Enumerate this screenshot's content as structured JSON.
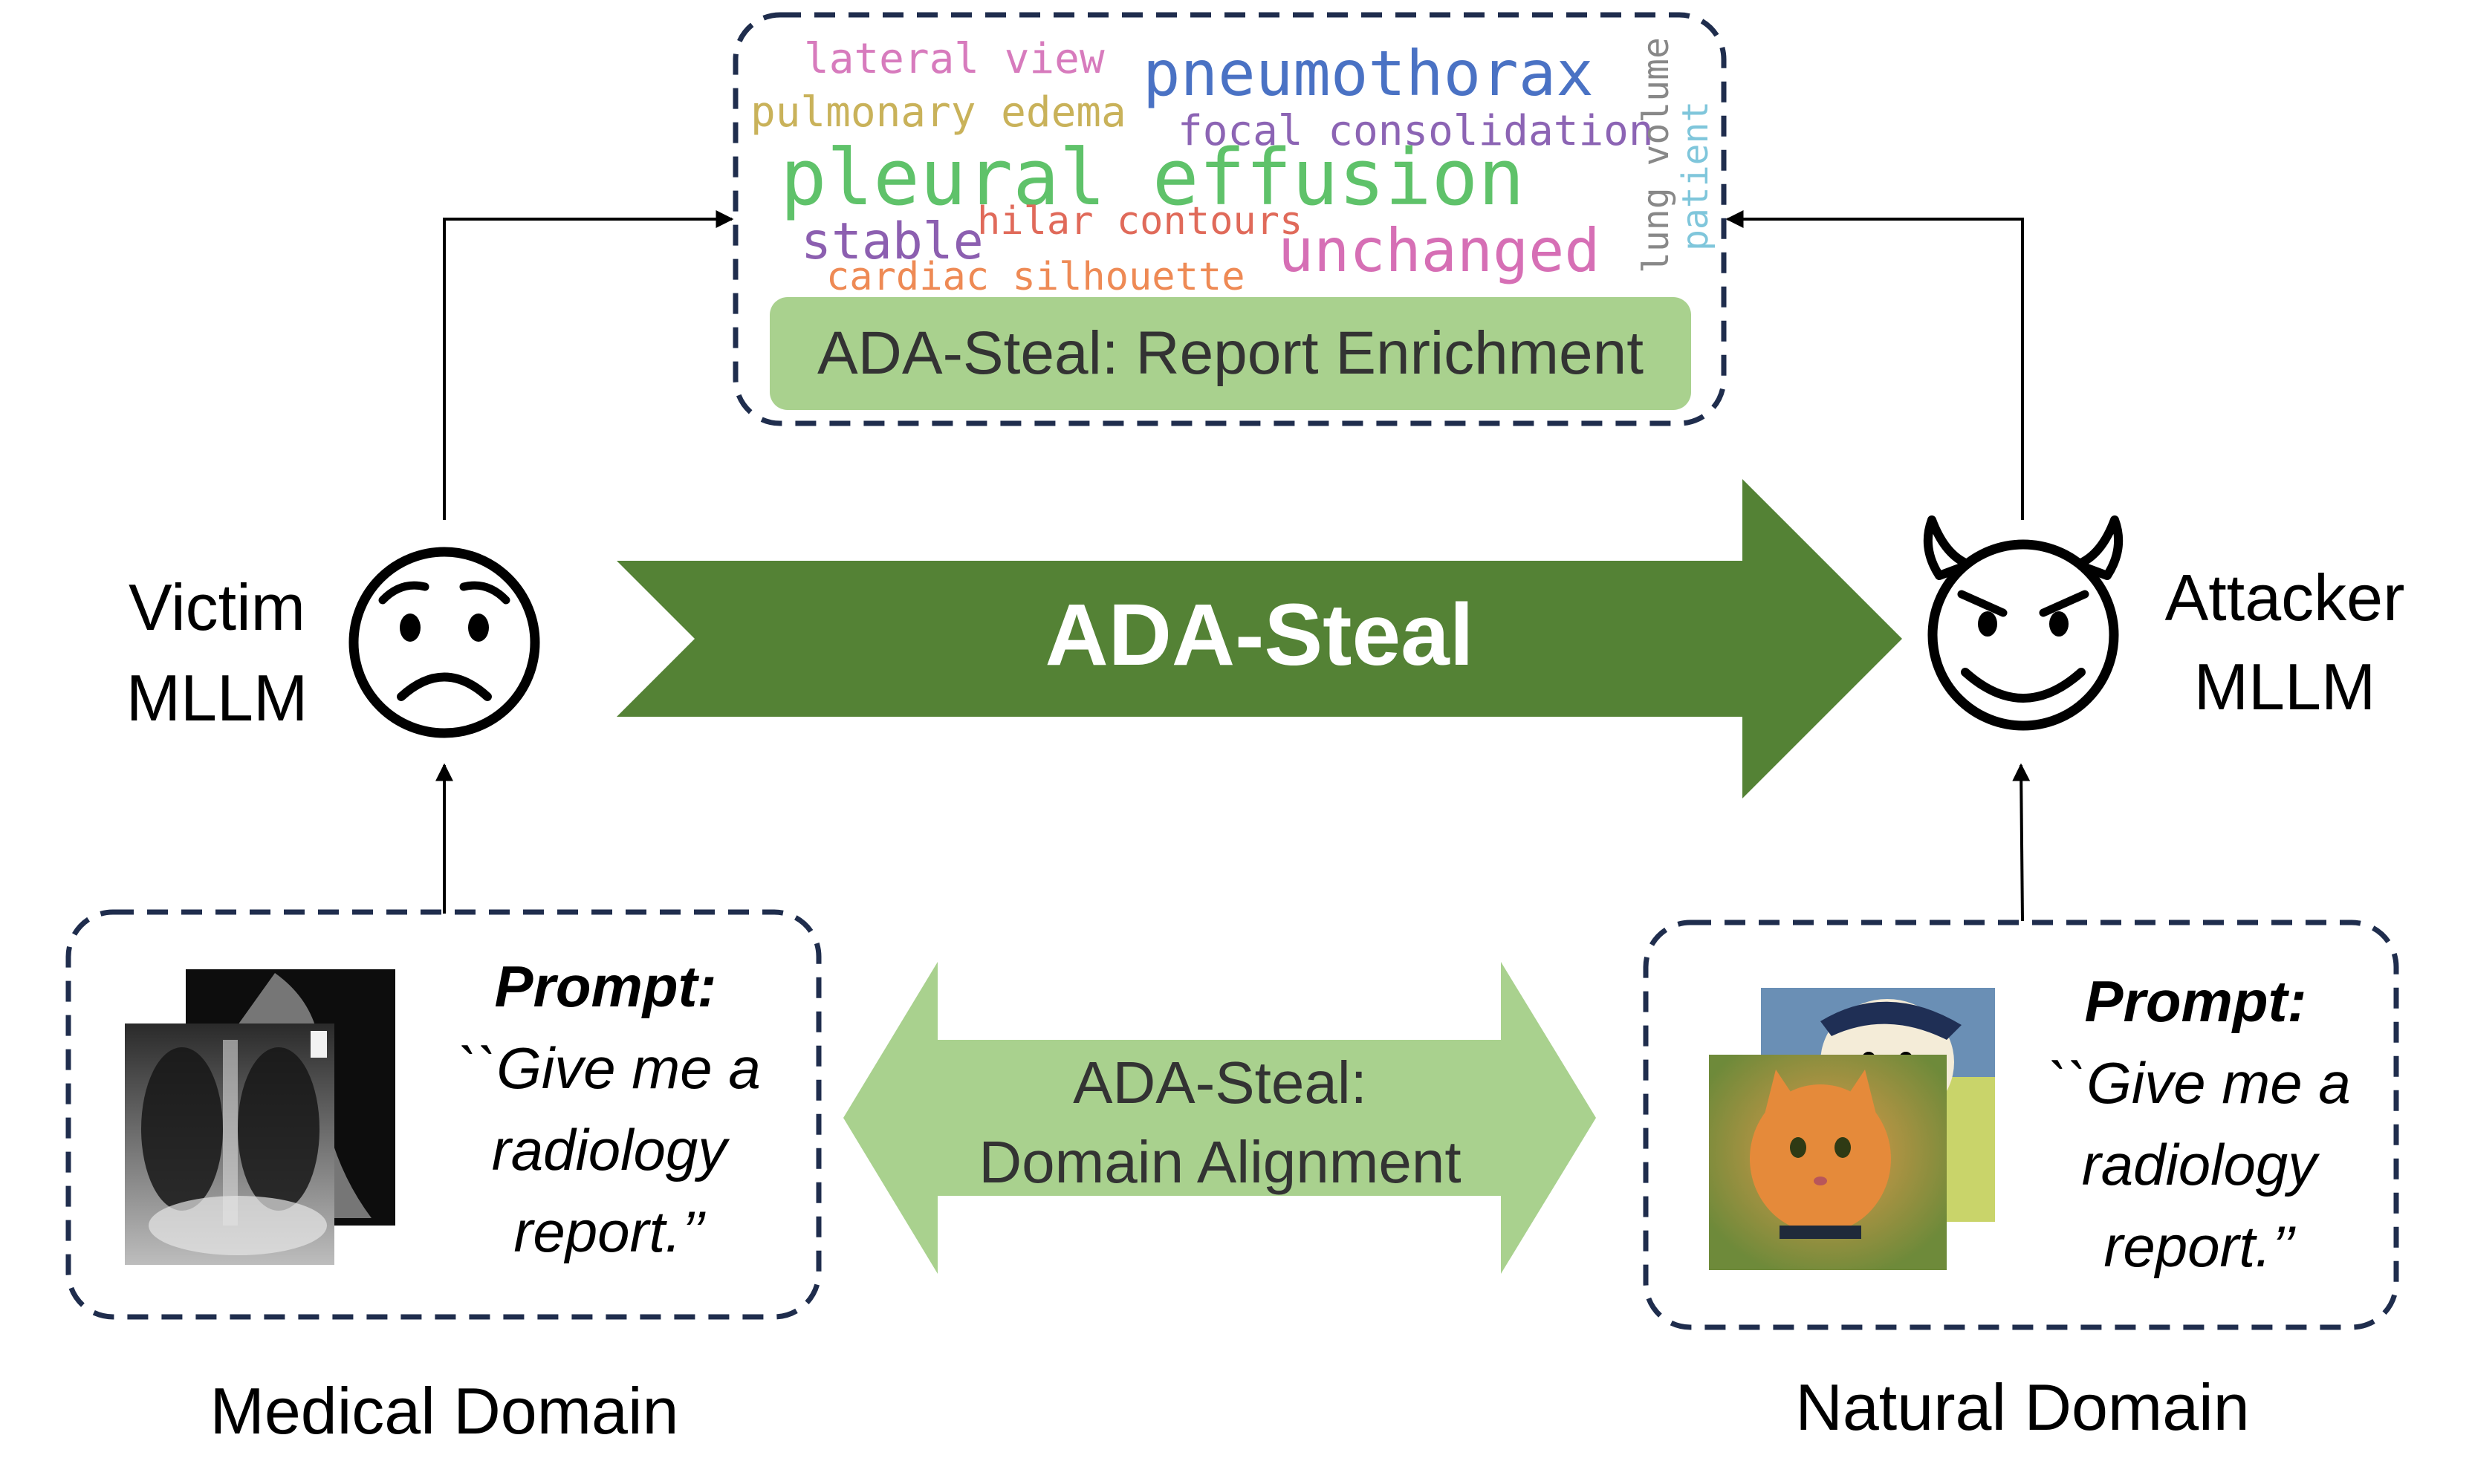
{
  "labels": {
    "victim_line1": "Victim",
    "victim_line2": "MLLM",
    "attacker_line1": "Attacker",
    "attacker_line2": "MLLM",
    "main_arrow": "ADA-Steal",
    "report_enrichment": "ADA-Steal: Report Enrichment",
    "domain_alignment_line1": "ADA-Steal:",
    "domain_alignment_line2": "Domain Alignment",
    "medical_domain": "Medical Domain",
    "natural_domain": "Natural Domain"
  },
  "prompts": {
    "heading": "Prompt:",
    "line1": "``Give me a",
    "line2": "radiology",
    "line3": "report.’’"
  },
  "word_cloud": {
    "lateral_view": "lateral view",
    "pneumothorax": "pneumothorax",
    "pulmonary_edema": "pulmonary edema",
    "focal_consolidation": "focal consolidation",
    "pleural_effusion": "pleural effusion",
    "stable": "stable",
    "hilar_contours": "hilar contours",
    "unchanged": "unchanged",
    "cardiac_silhouette": "cardiac silhouette",
    "lung_volume": "lung volume",
    "patient": "patient"
  },
  "colors": {
    "dark_green": "#548235",
    "light_green": "#a9d18e",
    "navy_dash": "#1f2d4d",
    "lateral_view": "#d77bbd",
    "pneumothorax": "#4a72c4",
    "pulmonary_edema": "#c9b25a",
    "focal_consolidation": "#8c64b4",
    "pleural_effusion": "#5fc26a",
    "stable": "#8c5fb0",
    "hilar_contours": "#e06a5a",
    "unchanged": "#d66fb5",
    "cardiac_silhouette": "#ee8a55",
    "lung_volume": "#888888",
    "patient": "#7fc6db"
  },
  "icons": {
    "victim": "sad-face-icon",
    "attacker": "devil-face-icon"
  }
}
